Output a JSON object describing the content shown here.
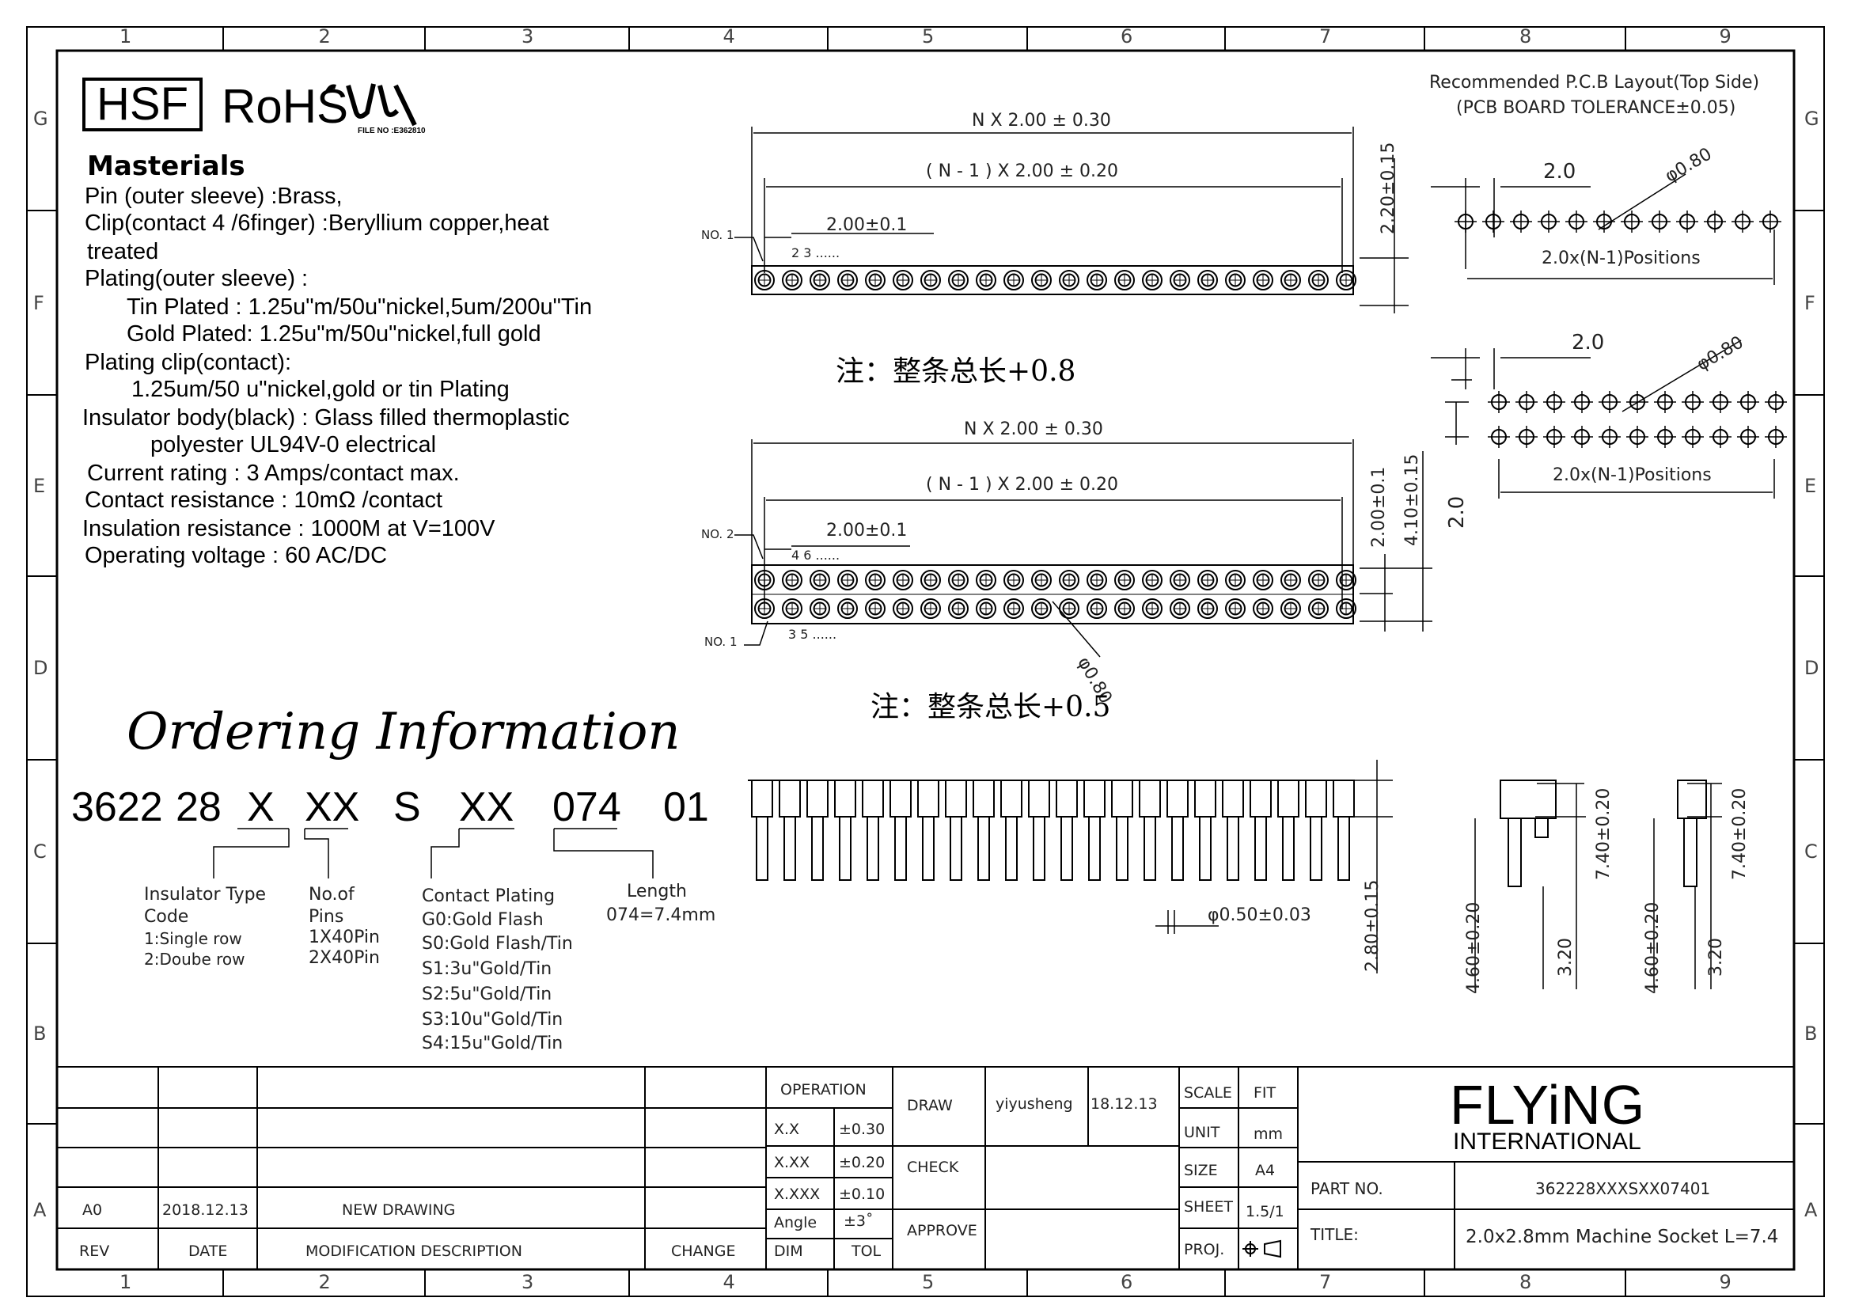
{
  "frame": {
    "col_labels": [
      "1",
      "2",
      "3",
      "4",
      "5",
      "6",
      "7",
      "8",
      "9"
    ],
    "row_labels": [
      "G",
      "F",
      "E",
      "D",
      "C",
      "B",
      "A"
    ]
  },
  "logos": {
    "hsf": "HSF",
    "rohs": "RoHS",
    "ul_file": "FILE NO :E362810",
    "ul_mark_icon": "ul-recognized-mark-icon"
  },
  "materials": {
    "heading": "Masterials",
    "lines": [
      "Pin (outer sleeve) :Brass,",
      "Clip(contact 4 /6finger) :Beryllium copper,heat",
      "treated",
      "Plating(outer sleeve) :",
      "Tin Plated : 1.25u\"m/50u\"nickel,5um/200u\"Tin",
      "Gold Plated: 1.25u\"m/50u\"nickel,full gold",
      "Plating clip(contact):",
      "1.25um/50 u\"nickel,gold or tin Plating",
      "Insulator body(black) :  Glass filled thermoplastic",
      "polyester UL94V-0 electrical",
      "Current rating : 3 Amps/contact max.",
      "Contact  resistance  : 10mΩ /contact",
      "Insulation  resistance : 1000M   at V=100V",
      "Operating voltage  :  60 AC/DC"
    ]
  },
  "ordering": {
    "title": "Ordering Information",
    "code_parts": [
      "3622",
      "28",
      "X",
      "XX",
      "S",
      "XX",
      "074",
      "01"
    ],
    "insulator": {
      "title": "Insulator Type",
      "lines": [
        "Code",
        "1:Single  row",
        "2:Doube  row"
      ]
    },
    "pins": {
      "title": "No.of",
      "lines": [
        "Pins",
        "1X40Pin",
        "2X40Pin"
      ]
    },
    "plating": {
      "title": "Contact  Plating",
      "lines": [
        "G0:Gold  Flash",
        "S0:Gold  Flash/Tin",
        "S1:3u\"Gold/Tin",
        "S2:5u\"Gold/Tin",
        "S3:10u\"Gold/Tin",
        "S4:15u\"Gold/Tin"
      ]
    },
    "length": {
      "title": "Length",
      "lines": [
        "074=7.4mm"
      ]
    }
  },
  "single_row": {
    "overall": "N  X  2.00  ±  0.30",
    "inner": "(  N  -  1  )  X  2.00  ±  0.20",
    "pitch": "2.00±0.1",
    "no1": "NO. 1",
    "pin_nums": "2   3 ......",
    "height": "2.20±0.15",
    "note": "注：整条总长+0.8"
  },
  "double_row": {
    "overall": "N  X  2.00  ±  0.30",
    "inner": "(  N  -  1  )  X  2.00  ±  0.20",
    "pitch": "2.00±0.1",
    "no2": "NO. 2",
    "no1": "NO. 1",
    "pin_nums_top": "4   6 ......",
    "pin_nums_bot": "3   5 ......",
    "row_pitch": "2.00±0.1",
    "height": "4.10±0.15",
    "dia": "φ0.80",
    "note": "注：整条总长+0.5"
  },
  "pcb": {
    "title_1": "Recommended  P.C.B  Layout(Top  Side)",
    "title_2": "(PCB  BOARD  TOLERANCE±0.05)",
    "single_pitch": "2.0",
    "single_dia": "φ0.80",
    "single_positions": "2.0x(N-1)Positions",
    "double_pitch": "2.0",
    "double_dia": "φ0.80",
    "double_row": "2.0",
    "double_positions": "2.0x(N-1)Positions"
  },
  "side_view": {
    "pin_dia": "φ0.50±0.03",
    "tail": "2.80±0.15",
    "s_total": "4.60±0.20",
    "s_body": "7.40±0.20",
    "s_tail": "3.20",
    "d_total": "4.60±0.20",
    "d_body": "7.40±0.20",
    "d_tail": "3.20"
  },
  "title_block": {
    "rev_row": {
      "rev": "A0",
      "date": "2018.12.13",
      "desc": "NEW  DRAWING"
    },
    "headers": {
      "rev": "REV",
      "date": "DATE",
      "desc": "MODIFICATION  DESCRIPTION",
      "change": "CHANGE",
      "dim": "DIM",
      "tol": "TOL"
    },
    "operation": "OPERATION",
    "tolerances": [
      {
        "dim": "X.X",
        "tol": "±0.30"
      },
      {
        "dim": "X.XX",
        "tol": "±0.20"
      },
      {
        "dim": "X.XXX",
        "tol": "±0.10"
      },
      {
        "dim": "Angle",
        "tol": "±3˚"
      }
    ],
    "draw": "DRAW",
    "check": "CHECK",
    "approve": "APPROVE",
    "drawer": "yiyusheng",
    "draw_date": "18.12.13",
    "scale_l": "SCALE",
    "scale_v": "FIT",
    "unit_l": "UNIT",
    "unit_v": "mm",
    "size_l": "SIZE",
    "size_v": "A4",
    "sheet_l": "SHEET",
    "sheet_v": "1.5/1",
    "proj_l": "PROJ.",
    "company_1": "FLYiNG",
    "company_2": "INTERNATIONAL",
    "part_no_l": "PART  NO.",
    "part_no_v": "362228XXXSXX07401",
    "title_l": "TITLE:",
    "title_v": "2.0x2.8mm  Machine  Socket  L=7.4"
  }
}
